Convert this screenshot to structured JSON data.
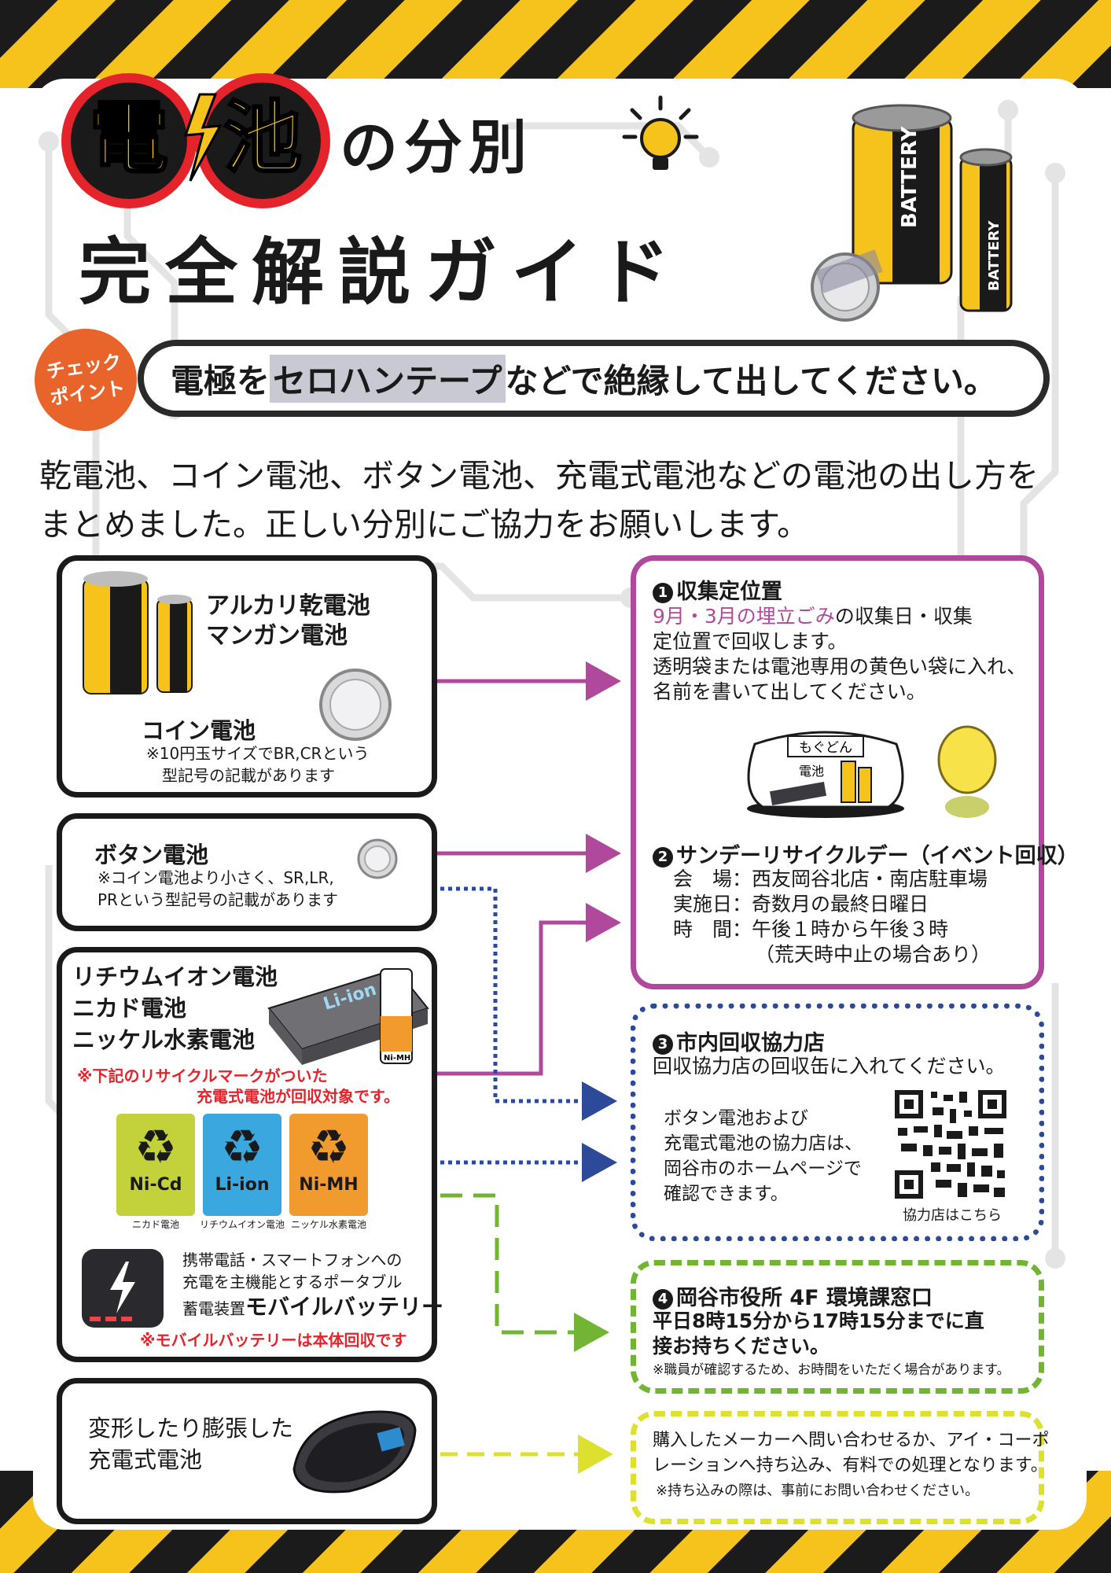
{
  "title": {
    "badge_char1": "電",
    "badge_char2": "池",
    "rest": "の分別",
    "line2": "完全解説ガイド"
  },
  "checkpoint": {
    "badge_line1": "チェック",
    "badge_line2": "ポイント",
    "text_before": "電極を",
    "text_highlight": "セロハンテープ",
    "text_after": "などで絶縁して出してください。"
  },
  "intro": {
    "line1": "乾電池、コイン電池、ボタン電池、充電式電池などの電池の出し方を",
    "line2": "まとめました。正しい分別にご協力をお願いします。"
  },
  "illustrations": {
    "battery_label": "BATTERY",
    "li_ion_label": "Li-ion",
    "ni_mh_label": "Ni-MH",
    "bag_name": "もぐどん",
    "bag_item": "電池"
  },
  "left": {
    "box1": {
      "title1": "アルカリ乾電池",
      "title2": "マンガン電池",
      "coin_title": "コイン電池",
      "coin_note1": "※10円玉サイズでBR,CRという",
      "coin_note2": "型記号の記載があります"
    },
    "box2": {
      "title": "ボタン電池",
      "note1": "※コイン電池より小さく、SR,LR,",
      "note2": "PRという型記号の記載があります"
    },
    "box3": {
      "title1": "リチウムイオン電池",
      "title2": "ニカド電池",
      "title3": "ニッケル水素電池",
      "warn1": "※下記のリサイクルマークがついた",
      "warn2": "充電式電池が回収対象です。",
      "marks": [
        {
          "code": "Ni-Cd",
          "caption": "ニカド電池",
          "color": "#c3d23a"
        },
        {
          "code": "Li-ion",
          "caption": "リチウムイオン電池",
          "color": "#3aa8df"
        },
        {
          "code": "Ni-MH",
          "caption": "ニッケル水素電池",
          "color": "#f19a2e"
        }
      ],
      "mobile1": "携帯電話・スマートフォンへの",
      "mobile2": "充電を主機能とするポータブル",
      "mobile3a": "蓄電装置",
      "mobile3b": "モバイルバッテリー",
      "mobile_note": "※モバイルバッテリーは本体回収です"
    },
    "box4": {
      "line1": "変形したり膨張した",
      "line2": "充電式電池"
    }
  },
  "right": {
    "r1": {
      "num": "1",
      "head": "収集定位置",
      "l1a": "9月・3月の埋立ごみ",
      "l1b": "の収集日・収集",
      "l2": "定位置で回収します。",
      "l3": "透明袋または電池専用の黄色い袋に入れ、",
      "l4": "名前を書いて出してください。"
    },
    "r2": {
      "num": "2",
      "head": "サンデーリサイクルデー（イベント回収）",
      "rows": [
        {
          "k": "会　場",
          "v": "西友岡谷北店・南店駐車場"
        },
        {
          "k": "実施日",
          "v": "奇数月の最終日曜日"
        },
        {
          "k": "時　間",
          "v": "午後１時から午後３時"
        }
      ],
      "note": "（荒天時中止の場合あり）"
    },
    "r3": {
      "num": "3",
      "head": "市内回収協力店",
      "l1": "回収協力店の回収缶に入れてください。",
      "b1": "ボタン電池および",
      "b2": "充電式電池の協力店は、",
      "b3": "岡谷市のホームページで",
      "b4": "確認できます。",
      "qr_caption": "協力店はこちら"
    },
    "r4": {
      "num": "4",
      "head": "岡谷市役所 4F 環境課窓口",
      "l1": "平日8時15分から17時15分までに直",
      "l2": "接お持ちください。",
      "note": "※職員が確認するため、お時間をいただく場合があります。"
    },
    "r5": {
      "l1": "購入したメーカーへ問い合わせるか、アイ・コーポ",
      "l2": "レーションへ持ち込み、有料での処理となります。",
      "note": "※持ち込みの際は、事前にお問い合わせください。"
    }
  },
  "colors": {
    "stripe_yellow": "#f6c31c",
    "stripe_black": "#1b1b1b",
    "pink": "#b0499b",
    "blue": "#2c4a99",
    "green": "#72b534",
    "yellow": "#dde02e",
    "orange": "#e8642a",
    "red": "#e4232a"
  }
}
